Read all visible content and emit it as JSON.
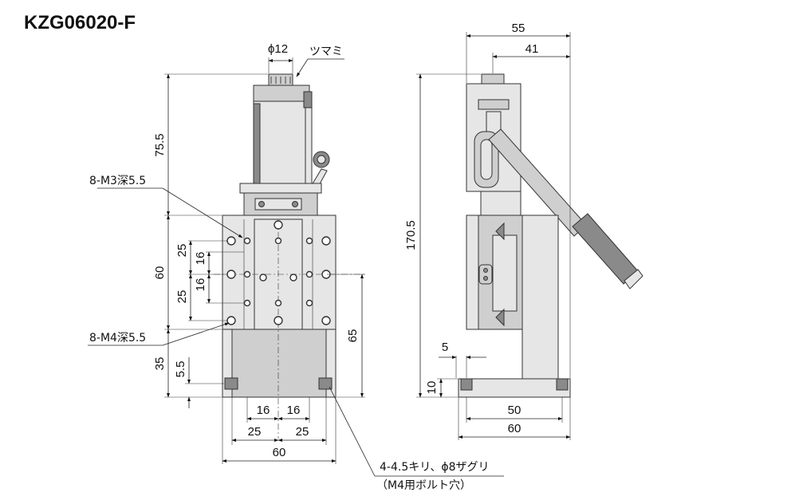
{
  "title": "KZG06020-F",
  "front_view": {
    "knob_diameter": "ϕ12",
    "knob_label": "ツマミ",
    "height_top": "75.5",
    "tap_m3": "8-M3深5.5",
    "tap_m4": "8-M4深5.5",
    "dim_25_upper": "25",
    "dim_16_upper": "16",
    "dim_16_lower": "16",
    "dim_25_lower": "25",
    "dim_60_vertical": "60",
    "dim_65": "65",
    "dim_35": "35",
    "dim_5_5": "5.5",
    "dim_16_left": "16",
    "dim_16_right": "16",
    "dim_25_left": "25",
    "dim_25_right": "25",
    "dim_60_bottom": "60",
    "hole_note_line1": "4-4.5キリ、ϕ8ザグリ",
    "hole_note_line2": "（M4用ボルト穴）"
  },
  "side_view": {
    "dim_55": "55",
    "dim_41": "41",
    "dim_170_5": "170.5",
    "dim_5": "5",
    "dim_10": "10",
    "dim_50": "50",
    "dim_60": "60"
  }
}
